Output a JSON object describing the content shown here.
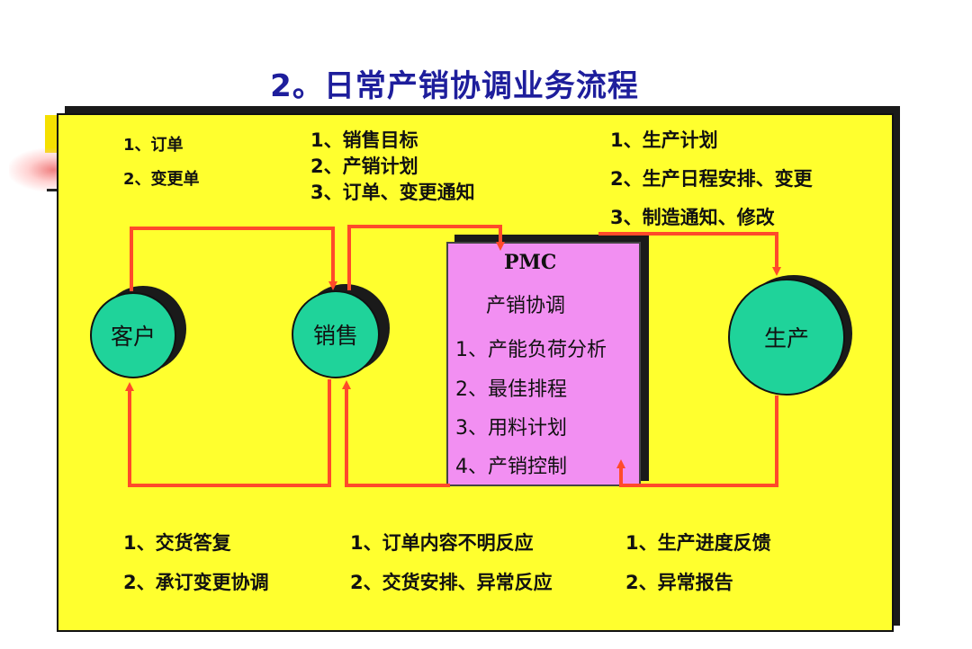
{
  "title": "2。日常产销协调业务流程",
  "top_left": [
    "1、订单",
    "2、变更单"
  ],
  "top_middle": [
    "1、销售目标",
    "2、产销计划",
    "3、订单、变更通知"
  ],
  "top_right": [
    "1、生产计划",
    "2、生产日程安排、变更",
    "3、制造通知、修改"
  ],
  "nodes": {
    "customer": "客户",
    "sales": "销售",
    "production": "生产"
  },
  "pmc": {
    "heading": "PMC",
    "subheading": "产销协调",
    "items": [
      "1、产能负荷分析",
      "2、最佳排程",
      "3、用料计划",
      "4、产销控制"
    ]
  },
  "bottom_left": [
    "1、交货答复",
    "2、承订变更协调"
  ],
  "bottom_middle": [
    "1、订单内容不明反应",
    "2、交货安排、异常反应"
  ],
  "bottom_right": [
    "1、生产进度反馈",
    "2、异常报告"
  ],
  "colors": {
    "board": "#ffff2e",
    "node": "#1fd39a",
    "pmc": "#f28ff2",
    "arrow": "#ff4a2a",
    "title": "#1e1e9c"
  }
}
